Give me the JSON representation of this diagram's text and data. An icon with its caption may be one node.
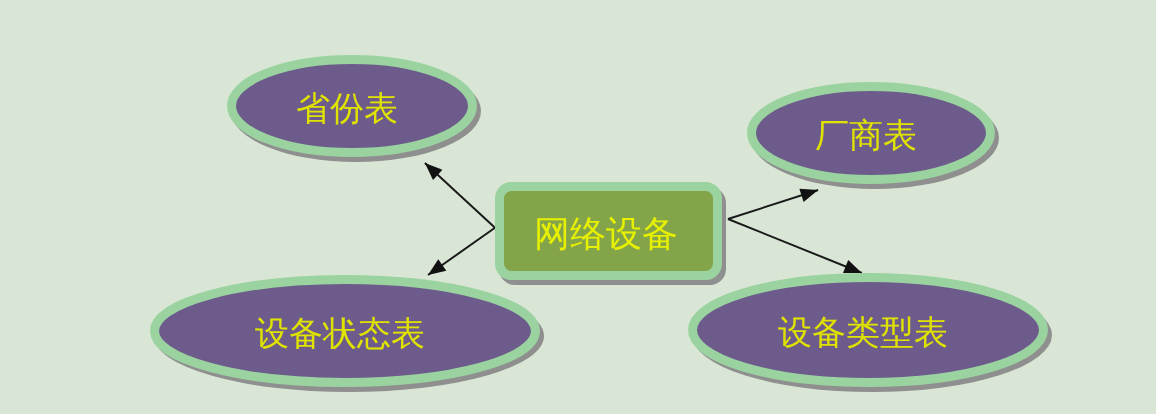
{
  "diagram": {
    "nodes": [
      {
        "text": [
          "省份表"
        ]
      },
      {
        "text": [
          "厂商表"
        ]
      },
      {
        "text": [
          "网络设备"
        ]
      },
      {
        "text": [
          "设备状态表"
        ]
      },
      {
        "text": [
          "设备类型表"
        ]
      }
    ],
    "edges": [
      {
        "from": 2,
        "to": 0,
        "arrow": "to"
      },
      {
        "from": 2,
        "to": 1,
        "arrow": "to"
      },
      {
        "from": 2,
        "to": 3,
        "arrow": "to"
      },
      {
        "from": 2,
        "to": 4,
        "arrow": "to"
      }
    ]
  }
}
